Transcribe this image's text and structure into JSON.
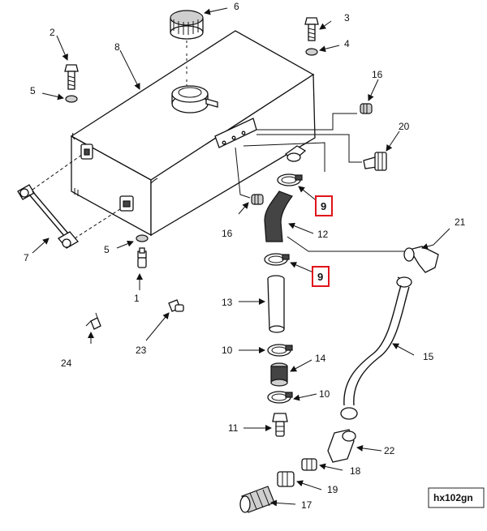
{
  "diagram": {
    "figure_id": "hx102gn",
    "labels": {
      "p1": "1",
      "p2": "2",
      "p3": "3",
      "p4": "4",
      "p5a": "5",
      "p5b": "5",
      "p6": "6",
      "p7": "7",
      "p8": "8",
      "p9a": "9",
      "p9b": "9",
      "p10a": "10",
      "p10b": "10",
      "p11": "11",
      "p12": "12",
      "p13": "13",
      "p14": "14",
      "p15": "15",
      "p16a": "16",
      "p16b": "16",
      "p17": "17",
      "p18": "18",
      "p19": "19",
      "p20": "20",
      "p21": "21",
      "p22": "22",
      "p23": "23",
      "p24": "24"
    },
    "highlight_color": "#e0121b"
  }
}
